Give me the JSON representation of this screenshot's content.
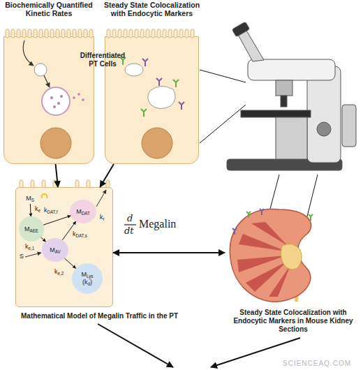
{
  "diagram": {
    "nodes": [
      {
        "text": [
          "Biochemically Quantified Kinetic Rates"
        ]
      },
      {
        "text": [
          "Steady State Colocalization with Endocytic Markers"
        ]
      },
      {
        "text": [
          "Mathematical Model of Megalin Traffic in the PT"
        ]
      },
      {
        "text": [
          "MS"
        ],
        "in": 2
      },
      {
        "text": [
          "MAEE"
        ],
        "in": 2
      },
      {
        "text": [
          "MDAT"
        ],
        "in": 2
      },
      {
        "text": [
          "MAV"
        ],
        "in": 2
      },
      {
        "text": [
          "MLys",
          "(kd)"
        ],
        "in": 2
      },
      {
        "text": [
          "Steady State Colocalization with Endocytic Markers in Mouse Kidney Sections"
        ]
      }
    ],
    "edges": [
      {
        "from": 0,
        "to": 2,
        "arrow": "to"
      },
      {
        "from": 1,
        "to": 2,
        "arrow": "to"
      },
      {
        "from": 3,
        "to": 4,
        "label": "ke",
        "arrow": "to"
      },
      {
        "from": 4,
        "to": 5,
        "label": "kDAT,f",
        "arrow": "to"
      },
      {
        "from": 4,
        "to": 6,
        "label": "ke,1",
        "arrow": "to"
      },
      {
        "from": 6,
        "to": 5,
        "label": "kDAT,s",
        "arrow": "to"
      },
      {
        "from": 6,
        "to": 7,
        "label": "ke,2",
        "arrow": "to"
      },
      {
        "from": 2,
        "to": 8,
        "arrow": "both"
      }
    ],
    "labels": [
      "Differentiated PT Cells",
      "S",
      "kr",
      "d",
      "dt",
      "Megalin",
      "SCIENCEAQ.COM"
    ]
  }
}
